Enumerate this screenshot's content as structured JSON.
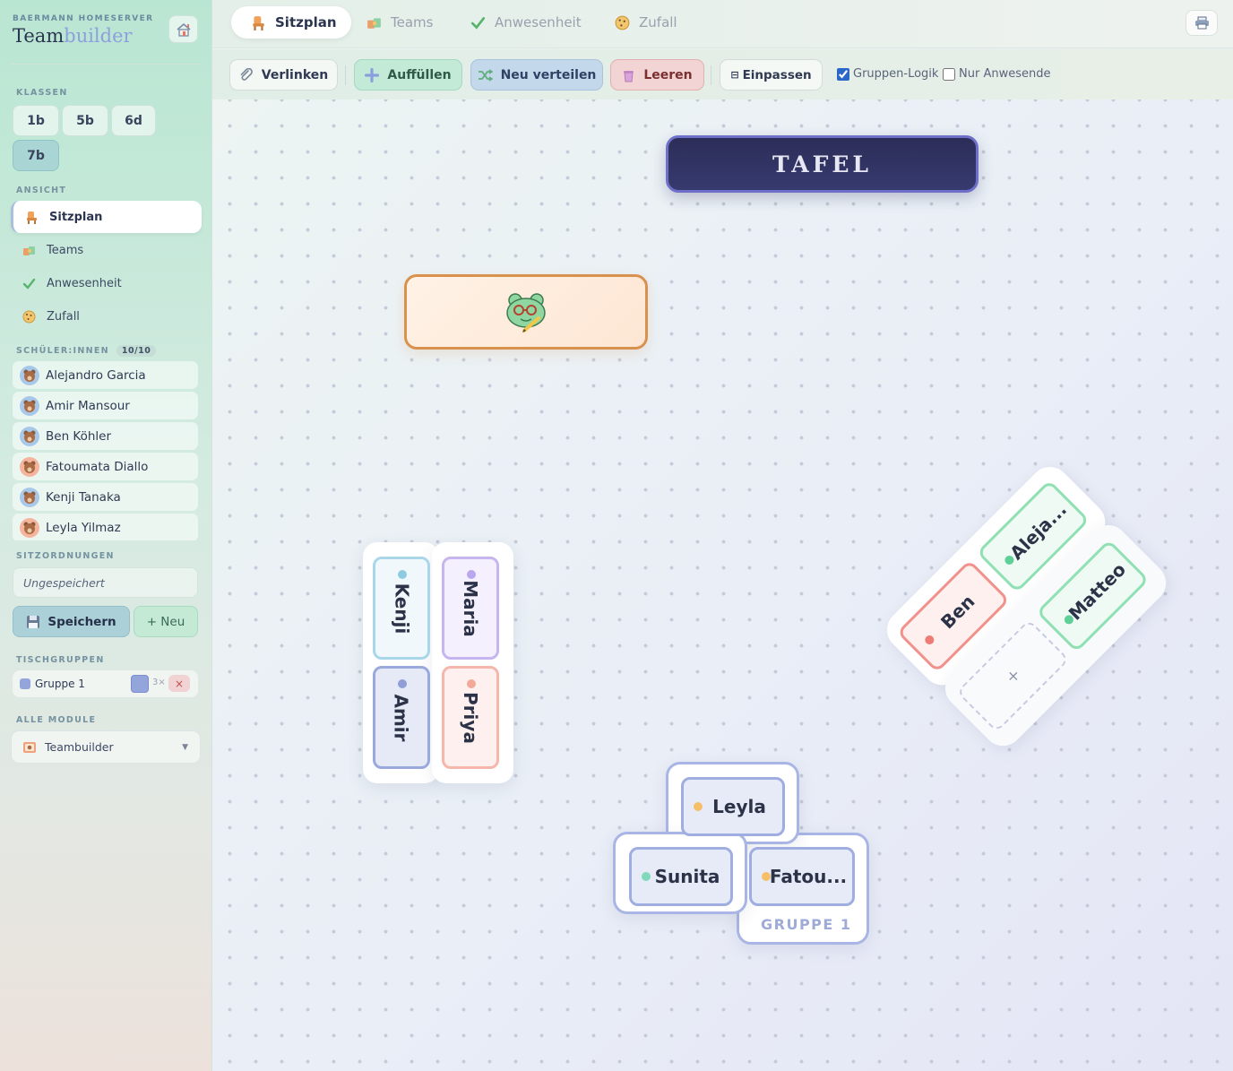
{
  "brand": {
    "small": "BAERMANN HOMESERVER",
    "title_a": "Team",
    "title_b": "builder"
  },
  "sidebar": {
    "classes_label": "KLASSEN",
    "classes": [
      "1b",
      "5b",
      "6d",
      "7b"
    ],
    "view_label": "ANSICHT",
    "nav": [
      {
        "label": "Sitzplan",
        "icon": "seat-icon",
        "active": true
      },
      {
        "label": "Teams",
        "icon": "puzzle-icon",
        "active": false
      },
      {
        "label": "Anwesenheit",
        "icon": "checkmark-icon",
        "active": false
      },
      {
        "label": "Zufall",
        "icon": "cookie-icon",
        "active": false
      }
    ],
    "students_label": "SCHÜLER:INNEN",
    "students_count": "10/10",
    "students": [
      {
        "name": "Alejandro Garcia",
        "avatar": "blue"
      },
      {
        "name": "Amir Mansour",
        "avatar": "blue"
      },
      {
        "name": "Ben Köhler",
        "avatar": "blue"
      },
      {
        "name": "Fatoumata Diallo",
        "avatar": "orange"
      },
      {
        "name": "Kenji Tanaka",
        "avatar": "blue"
      },
      {
        "name": "Leyla Yilmaz",
        "avatar": "orange"
      }
    ],
    "arrangements_label": "SITZORDNUNGEN",
    "unsaved": "Ungespeichert",
    "save_label": "Speichern",
    "new_label": "+ Neu",
    "table_groups_label": "TISCHGRUPPEN",
    "group": {
      "name": "Gruppe 1",
      "count": "3×",
      "delete": "×",
      "color": "#94a5dc"
    },
    "modules_label": "ALLE MODULE",
    "module": "Teambuilder"
  },
  "tabs": [
    {
      "label": "Sitzplan",
      "icon": "seat-icon",
      "active": true
    },
    {
      "label": "Teams",
      "icon": "puzzle-icon",
      "active": false
    },
    {
      "label": "Anwesenheit",
      "icon": "checkmark-icon",
      "active": false
    },
    {
      "label": "Zufall",
      "icon": "cookie-icon",
      "active": false
    }
  ],
  "toolbar": {
    "link": "Verlinken",
    "fill": "Auffüllen",
    "redistribute": "Neu verteilen",
    "clear": "Leeren",
    "fit_icon": "⊟",
    "fit": "Einpassen",
    "group_logic": {
      "label": "Gruppen-Logik",
      "checked": true
    },
    "present_only": {
      "label": "Nur Anwesende",
      "checked": false
    }
  },
  "canvas": {
    "board": "TAFEL",
    "teacher_icon": "frog-teacher-icon",
    "seats": {
      "kenji": {
        "name": "Kenji",
        "color": "#8fcbe0"
      },
      "maria": {
        "name": "Maria",
        "color": "#b9a6ee"
      },
      "amir": {
        "name": "Amir",
        "color": "#8f9fd6"
      },
      "priya": {
        "name": "Priya",
        "color": "#f3a99a"
      },
      "aleja": {
        "name": "Aleja...",
        "color": "#5fcf98"
      },
      "ben": {
        "name": "Ben",
        "color": "#ee7b74"
      },
      "matteo": {
        "name": "Matteo",
        "color": "#5fcf98"
      },
      "empty": {
        "name": "×"
      },
      "leyla": {
        "name": "Leyla",
        "color": "#f5bf6a"
      },
      "sunita": {
        "name": "Sunita",
        "color": "#7fd9ba"
      },
      "fatou": {
        "name": "Fatou...",
        "color": "#f5bf6a"
      }
    },
    "group_label": "GRUPPE 1"
  }
}
